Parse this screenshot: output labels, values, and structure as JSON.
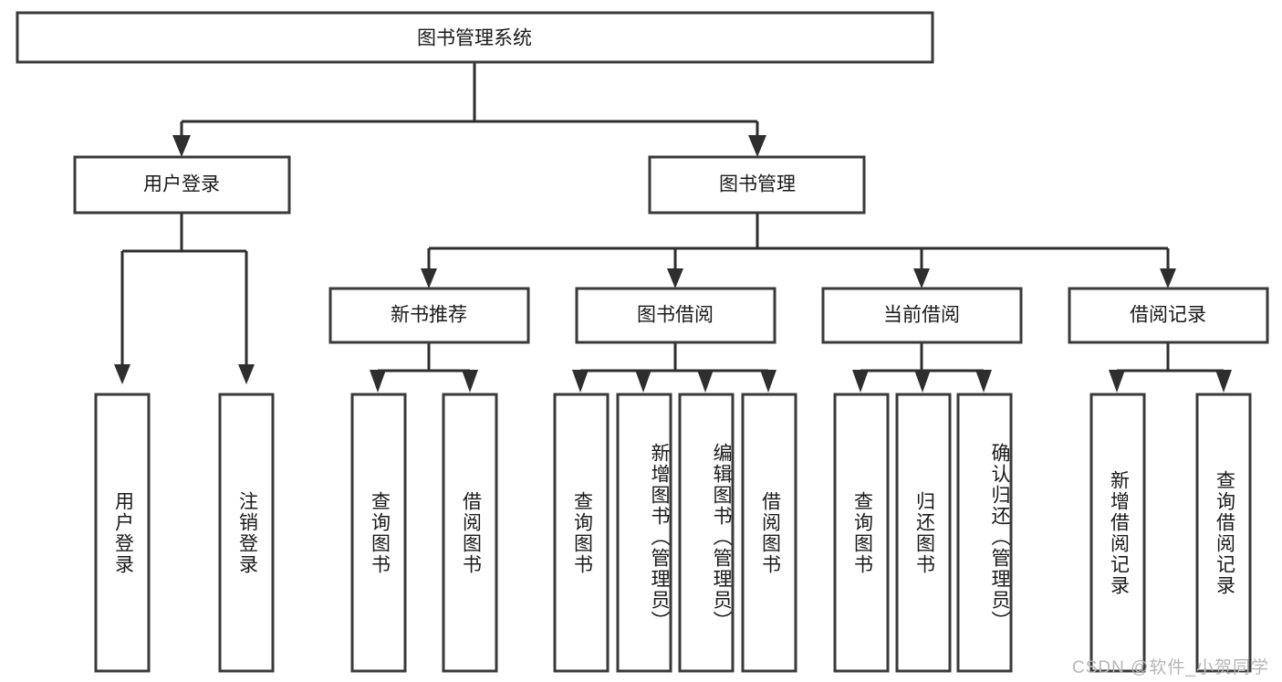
{
  "diagram": {
    "title": "图书管理系统",
    "type": "tree-hierarchy-chart",
    "root": {
      "label": "图书管理系统"
    },
    "level2": [
      {
        "label": "用户登录"
      },
      {
        "label": "图书管理"
      }
    ],
    "level3": [
      {
        "label": "新书推荐"
      },
      {
        "label": "图书借阅"
      },
      {
        "label": "当前借阅"
      },
      {
        "label": "借阅记录"
      }
    ],
    "leaves": {
      "user_login": [
        {
          "label": "用户登录"
        },
        {
          "label": "注销登录"
        }
      ],
      "new_book_recommend": [
        {
          "label": "查询图书"
        },
        {
          "label": "借阅图书"
        }
      ],
      "book_borrow": [
        {
          "label": "查询图书"
        },
        {
          "label": "新增图书（管理员）"
        },
        {
          "label": "编辑图书（管理员）"
        },
        {
          "label": "借阅图书"
        }
      ],
      "current_borrow": [
        {
          "label": "查询图书"
        },
        {
          "label": "归还图书"
        },
        {
          "label": "确认归还（管理员）"
        }
      ],
      "borrow_record": [
        {
          "label": "新增借阅记录"
        },
        {
          "label": "查询借阅记录"
        }
      ]
    }
  },
  "watermark": {
    "text": "CSDN @软件_小贺同学"
  },
  "colors": {
    "box_stroke": "#3a3a3a",
    "connector": "#2e2e2e",
    "text": "#1a1a1a",
    "background": "#ffffff",
    "watermark": "#b6b6b6"
  }
}
